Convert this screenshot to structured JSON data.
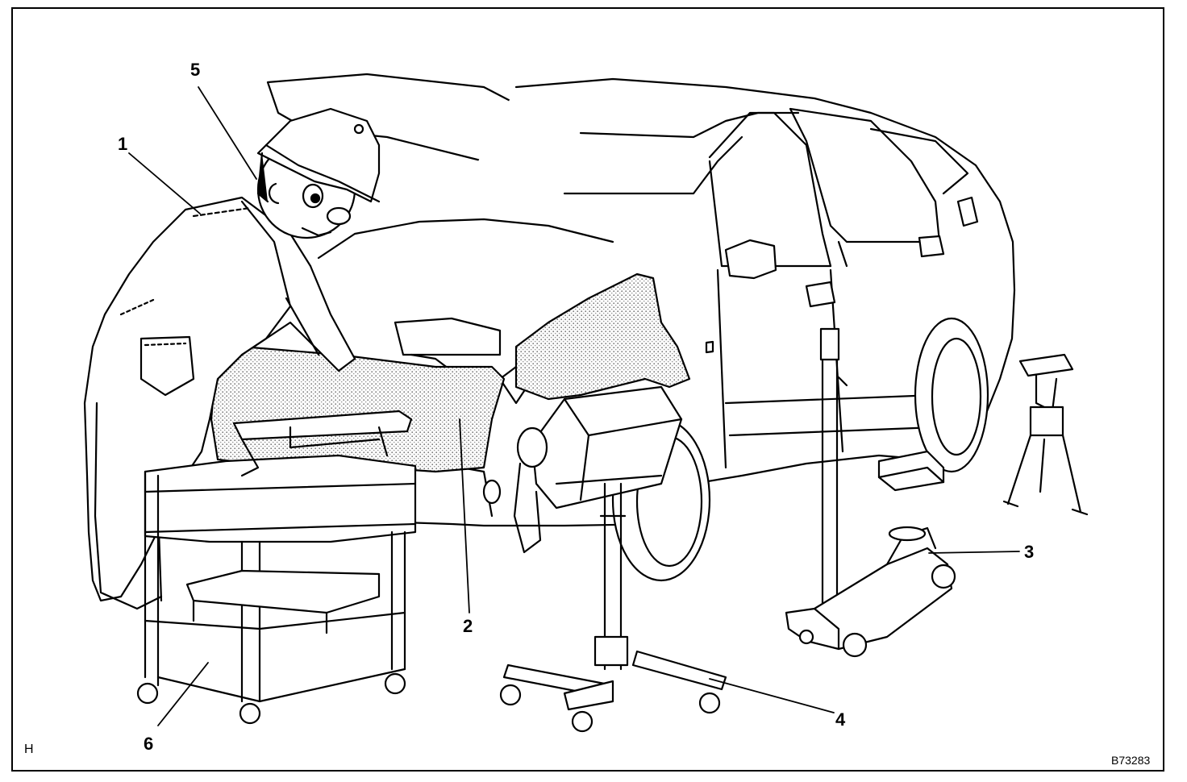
{
  "callouts": {
    "c1": "1",
    "c2": "2",
    "c3": "3",
    "c4": "4",
    "c5": "5",
    "c6": "6"
  },
  "corner_left": "H",
  "figure_code": "B73283",
  "colors": {
    "ink": "#000000",
    "paper": "#ffffff",
    "stipple": "#9a9a9a"
  }
}
